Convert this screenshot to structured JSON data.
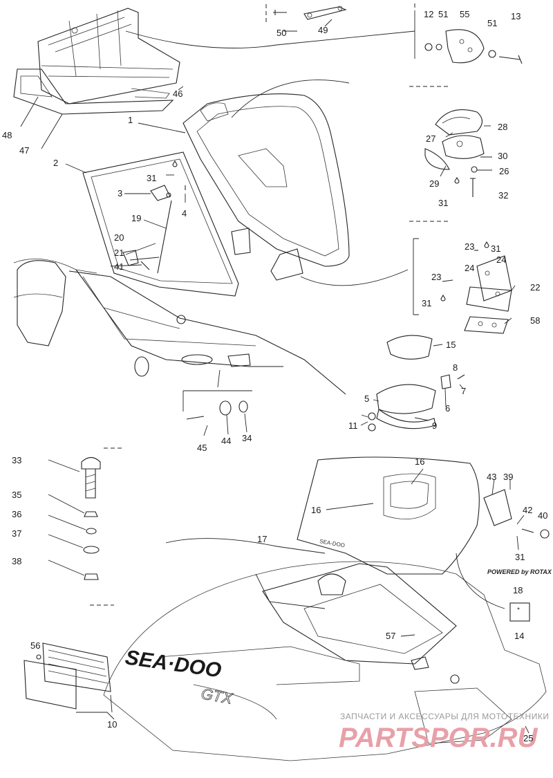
{
  "diagram": {
    "callouts": [
      {
        "id": "c50",
        "text": "50"
      },
      {
        "id": "c49",
        "text": "49"
      },
      {
        "id": "c12",
        "text": "12"
      },
      {
        "id": "c51a",
        "text": "51"
      },
      {
        "id": "c55",
        "text": "55"
      },
      {
        "id": "c51b",
        "text": "51"
      },
      {
        "id": "c13",
        "text": "13"
      },
      {
        "id": "c46",
        "text": "46"
      },
      {
        "id": "c48",
        "text": "48"
      },
      {
        "id": "c47",
        "text": "47"
      },
      {
        "id": "c1",
        "text": "1"
      },
      {
        "id": "c2",
        "text": "2"
      },
      {
        "id": "c28",
        "text": "28"
      },
      {
        "id": "c27",
        "text": "27"
      },
      {
        "id": "c30",
        "text": "30"
      },
      {
        "id": "c26",
        "text": "26"
      },
      {
        "id": "c29",
        "text": "29"
      },
      {
        "id": "c31a",
        "text": "31"
      },
      {
        "id": "c32",
        "text": "32"
      },
      {
        "id": "c31b",
        "text": "31"
      },
      {
        "id": "c3",
        "text": "3"
      },
      {
        "id": "c4",
        "text": "4"
      },
      {
        "id": "c19",
        "text": "19"
      },
      {
        "id": "c20",
        "text": "20"
      },
      {
        "id": "c21",
        "text": "21"
      },
      {
        "id": "c41",
        "text": "41"
      },
      {
        "id": "c23a",
        "text": "23"
      },
      {
        "id": "c31c",
        "text": "31"
      },
      {
        "id": "c24a",
        "text": "24"
      },
      {
        "id": "c24b",
        "text": "24"
      },
      {
        "id": "c23b",
        "text": "23"
      },
      {
        "id": "c22",
        "text": "22"
      },
      {
        "id": "c31d",
        "text": "31"
      },
      {
        "id": "c58",
        "text": "58"
      },
      {
        "id": "c15",
        "text": "15"
      },
      {
        "id": "c8",
        "text": "8"
      },
      {
        "id": "c7",
        "text": "7"
      },
      {
        "id": "c5",
        "text": "5"
      },
      {
        "id": "c6",
        "text": "6"
      },
      {
        "id": "c11",
        "text": "11"
      },
      {
        "id": "c9",
        "text": "9"
      },
      {
        "id": "c44",
        "text": "44"
      },
      {
        "id": "c34",
        "text": "34"
      },
      {
        "id": "c45",
        "text": "45"
      },
      {
        "id": "c33",
        "text": "33"
      },
      {
        "id": "c35",
        "text": "35"
      },
      {
        "id": "c36",
        "text": "36"
      },
      {
        "id": "c37",
        "text": "37"
      },
      {
        "id": "c38",
        "text": "38"
      },
      {
        "id": "c16a",
        "text": "16"
      },
      {
        "id": "c16b",
        "text": "16"
      },
      {
        "id": "c17",
        "text": "17"
      },
      {
        "id": "c43",
        "text": "43"
      },
      {
        "id": "c39",
        "text": "39"
      },
      {
        "id": "c42",
        "text": "42"
      },
      {
        "id": "c40",
        "text": "40"
      },
      {
        "id": "c31e",
        "text": "31"
      },
      {
        "id": "c18",
        "text": "18"
      },
      {
        "id": "c14",
        "text": "14"
      },
      {
        "id": "c57",
        "text": "57"
      },
      {
        "id": "c56",
        "text": "56"
      },
      {
        "id": "c10",
        "text": "10"
      },
      {
        "id": "c25",
        "text": "25"
      }
    ],
    "decal_powered": "POWERED by ROTAX",
    "logo_seadoo": "SEA·DOO",
    "script_model": "GTX",
    "hull_badge": "SEA-DOO",
    "watermark_line1": "ЗАПЧАСТИ И АКСЕССУАРЫ ДЛЯ МОТОТЕХНИКИ",
    "watermark_line2": "PARTSPOR.RU"
  },
  "colors": {
    "line": "#222222",
    "watermark_red": "#e8a0a8",
    "watermark_gray": "#9a9a9a"
  }
}
